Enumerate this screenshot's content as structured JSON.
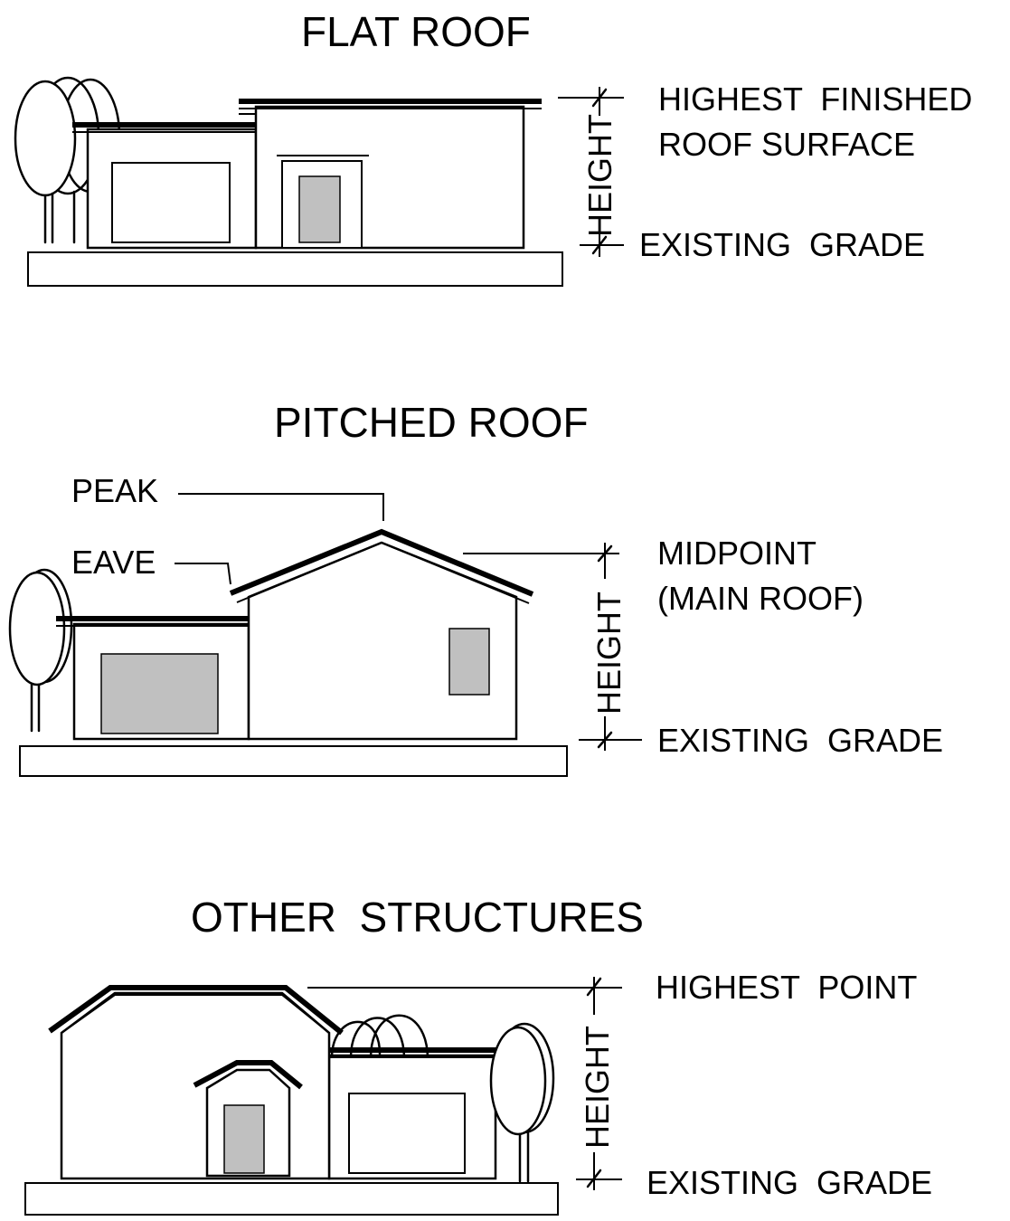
{
  "flat_roof": {
    "title": "FLAT ROOF",
    "top_label_line1": "HIGHEST  FINISHED",
    "top_label_line2": "ROOF SURFACE",
    "height_label": "HEIGHT",
    "grade_label": "EXISTING  GRADE"
  },
  "pitched_roof": {
    "title": "PITCHED ROOF",
    "peak_label": "PEAK",
    "eave_label": "EAVE",
    "top_label_line1": "MIDPOINT",
    "top_label_line2": "(MAIN ROOF)",
    "height_label": "HEIGHT",
    "grade_label": "EXISTING  GRADE"
  },
  "other_structures": {
    "title": "OTHER  STRUCTURES",
    "top_label": "HIGHEST  POINT",
    "height_label": "HEIGHT",
    "grade_label": "EXISTING  GRADE"
  }
}
